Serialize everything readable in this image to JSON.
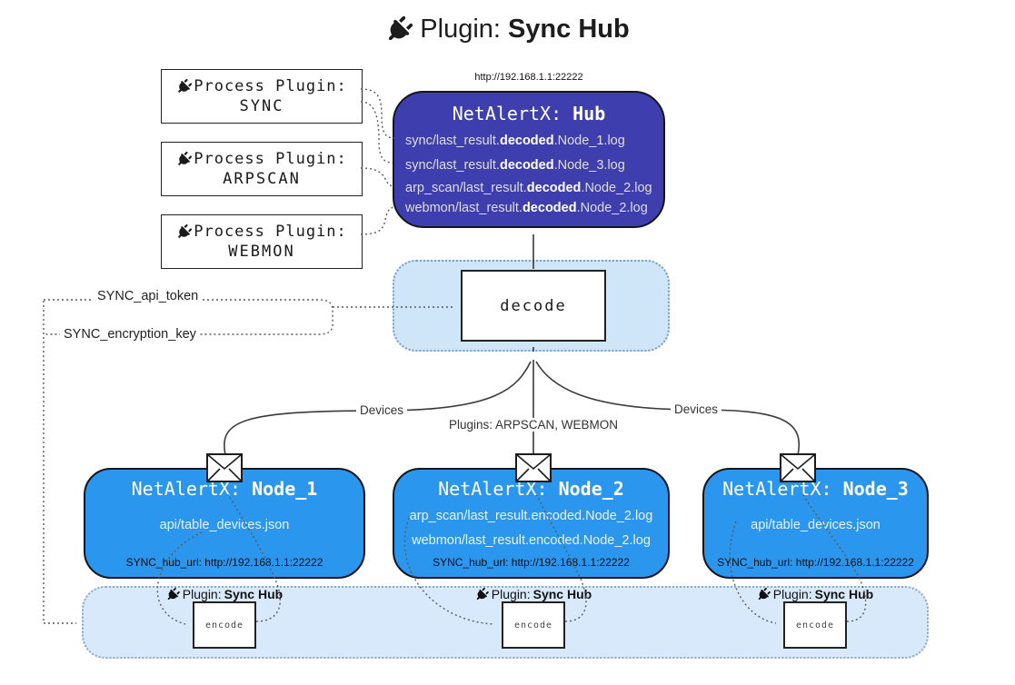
{
  "title": {
    "prefix": "Plugin: ",
    "bold": "Sync Hub"
  },
  "hub": {
    "url_label": "http://192.168.1.1:22222",
    "title_prefix": "NetAlertX: ",
    "title_bold": "Hub",
    "lines": [
      {
        "pre": "sync/last_result.",
        "bold": "decoded",
        "post": ".Node_1.log"
      },
      {
        "pre": "sync/last_result.",
        "bold": "decoded",
        "post": ".Node_3.log"
      },
      {
        "pre": "arp_scan/last_result.",
        "bold": "decoded",
        "post": ".Node_2.log"
      },
      {
        "pre": "webmon/last_result.",
        "bold": "decoded",
        "post": ".Node_2.log"
      }
    ]
  },
  "process_plugins": [
    {
      "label": "Process Plugin:",
      "name": "SYNC"
    },
    {
      "label": "Process Plugin:",
      "name": "ARPSCAN"
    },
    {
      "label": "Process Plugin:",
      "name": "WEBMON"
    }
  ],
  "decode": {
    "label": "decode"
  },
  "tokens": {
    "api_token": "SYNC_api_token",
    "encryption_key": "SYNC_encryption_key"
  },
  "edges": {
    "devices_left": "Devices",
    "plugins_center": "Plugins: ARPSCAN, WEBMON",
    "devices_right": "Devices"
  },
  "nodes": [
    {
      "title_prefix": "NetAlertX: ",
      "title_bold": "Node_1",
      "line1": "api/table_devices.json",
      "line2": "",
      "hub_url": "SYNC_hub_url: http://192.168.1.1:22222"
    },
    {
      "title_prefix": "NetAlertX: ",
      "title_bold": "Node_2",
      "line1": "arp_scan/last_result.encoded.Node_2.log",
      "line2": "webmon/last_result.encoded.Node_2.log",
      "hub_url": "SYNC_hub_url: http://192.168.1.1:22222"
    },
    {
      "title_prefix": "NetAlertX: ",
      "title_bold": "Node_3",
      "line1": "api/table_devices.json",
      "line2": "",
      "hub_url": "SYNC_hub_url: http://192.168.1.1:22222"
    }
  ],
  "encode_sections": [
    {
      "label_prefix": "Plugin: ",
      "label_bold": "Sync Hub",
      "box": "encode"
    },
    {
      "label_prefix": "Plugin: ",
      "label_bold": "Sync Hub",
      "box": "encode"
    },
    {
      "label_prefix": "Plugin: ",
      "label_bold": "Sync Hub",
      "box": "encode"
    }
  ],
  "colors": {
    "hub_bg": "#3e3eae",
    "node_bg": "#2b96ee",
    "panel_bg": "#cfe5f8",
    "bottom_bg": "#d9e9fc"
  }
}
